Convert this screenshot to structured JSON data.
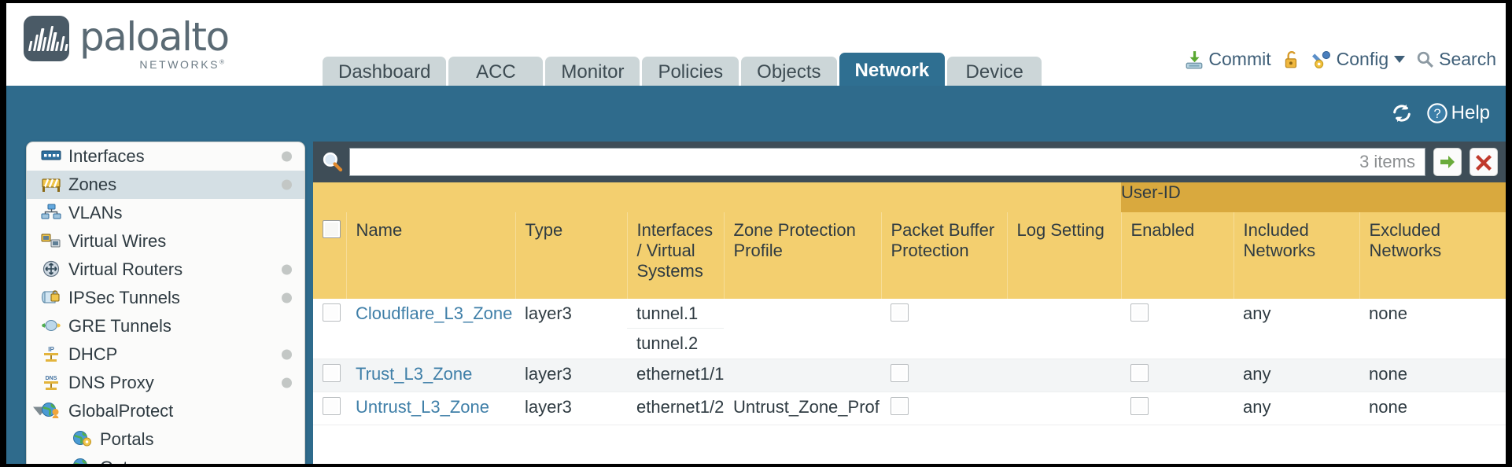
{
  "brand": {
    "name": "paloalto",
    "tagline": "NETWORKS",
    "registered": "®"
  },
  "nav": {
    "tabs": [
      {
        "label": "Dashboard",
        "active": false
      },
      {
        "label": "ACC",
        "active": false
      },
      {
        "label": "Monitor",
        "active": false
      },
      {
        "label": "Policies",
        "active": false
      },
      {
        "label": "Objects",
        "active": false
      },
      {
        "label": "Network",
        "active": true
      },
      {
        "label": "Device",
        "active": false
      }
    ]
  },
  "top_actions": {
    "commit": "Commit",
    "config": "Config",
    "search": "Search"
  },
  "help_bar": {
    "help": "Help"
  },
  "sidebar": {
    "items": [
      {
        "label": "Interfaces",
        "icon": "interfaces-icon",
        "selected": false,
        "dot": true,
        "child": false
      },
      {
        "label": "Zones",
        "icon": "zones-icon",
        "selected": true,
        "dot": true,
        "child": false
      },
      {
        "label": "VLANs",
        "icon": "vlans-icon",
        "selected": false,
        "dot": false,
        "child": false
      },
      {
        "label": "Virtual Wires",
        "icon": "virtual-wires-icon",
        "selected": false,
        "dot": false,
        "child": false
      },
      {
        "label": "Virtual Routers",
        "icon": "virtual-routers-icon",
        "selected": false,
        "dot": true,
        "child": false
      },
      {
        "label": "IPSec Tunnels",
        "icon": "ipsec-tunnels-icon",
        "selected": false,
        "dot": true,
        "child": false
      },
      {
        "label": "GRE Tunnels",
        "icon": "gre-tunnels-icon",
        "selected": false,
        "dot": false,
        "child": false
      },
      {
        "label": "DHCP",
        "icon": "dhcp-icon",
        "selected": false,
        "dot": true,
        "child": false
      },
      {
        "label": "DNS Proxy",
        "icon": "dns-proxy-icon",
        "selected": false,
        "dot": true,
        "child": false
      },
      {
        "label": "GlobalProtect",
        "icon": "globalprotect-icon",
        "selected": false,
        "dot": false,
        "child": false,
        "expandable": true
      },
      {
        "label": "Portals",
        "icon": "portals-icon",
        "selected": false,
        "dot": false,
        "child": true
      },
      {
        "label": "Gateways",
        "icon": "gateways-icon",
        "selected": false,
        "dot": false,
        "child": true
      }
    ]
  },
  "search": {
    "value": "",
    "placeholder": "",
    "items_count": "3 items",
    "apply_icon": "green-arrow-icon",
    "clear_icon": "red-x-icon"
  },
  "table": {
    "group_header": "User-ID",
    "columns": [
      "Name",
      "Type",
      "Interfaces / Virtual Systems",
      "Zone Protection Profile",
      "Packet Buffer Protection",
      "Log Setting",
      "Enabled",
      "Included Networks",
      "Excluded Networks"
    ],
    "rows": [
      {
        "name": "Cloudflare_L3_Zone",
        "type": "layer3",
        "interfaces": [
          "tunnel.1",
          "tunnel.2"
        ],
        "zone_protection_profile": "",
        "packet_buffer_protection": false,
        "log_setting": "",
        "user_id_enabled": false,
        "included_networks": "any",
        "excluded_networks": "none",
        "selected": false
      },
      {
        "name": "Trust_L3_Zone",
        "type": "layer3",
        "interfaces": [
          "ethernet1/1"
        ],
        "zone_protection_profile": "",
        "packet_buffer_protection": false,
        "log_setting": "",
        "user_id_enabled": false,
        "included_networks": "any",
        "excluded_networks": "none",
        "selected": false
      },
      {
        "name": "Untrust_L3_Zone",
        "type": "layer3",
        "interfaces": [
          "ethernet1/2"
        ],
        "zone_protection_profile": "Untrust_Zone_Prof",
        "packet_buffer_protection": false,
        "log_setting": "",
        "user_id_enabled": false,
        "included_networks": "any",
        "excluded_networks": "none",
        "selected": false
      }
    ]
  },
  "colors": {
    "brand_blue": "#2f6b8c",
    "active_tab": "#2f6f91",
    "header_amber": "#f3cf6f",
    "group_amber": "#d9a93e",
    "content_slate": "#3e4d57",
    "link_blue": "#3f7fa8"
  }
}
